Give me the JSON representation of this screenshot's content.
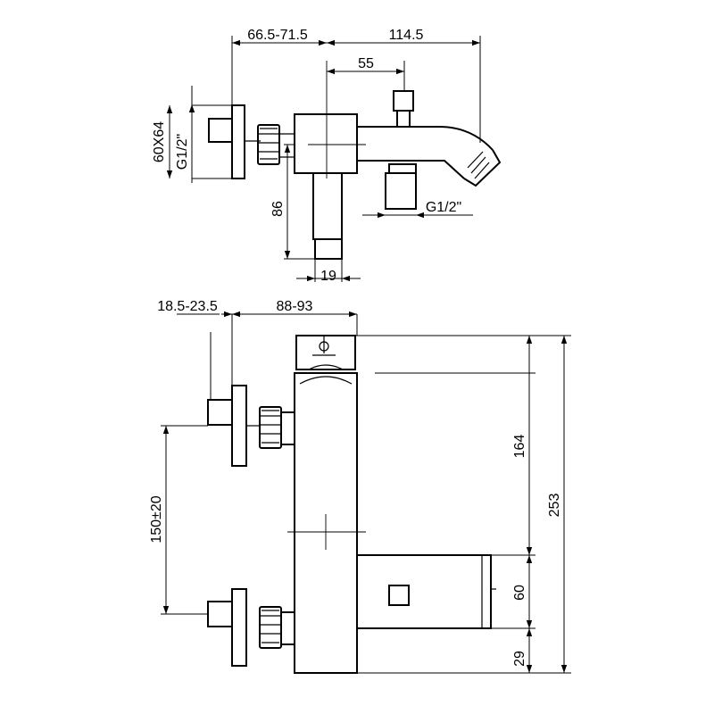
{
  "dimensions": {
    "wall_distance_range": "66.5-71.5",
    "spout_reach": "114.5",
    "outlet_offset": "55",
    "escutcheon_size": "60X64",
    "inlet_thread": "G1/2\"",
    "spout_thread": "G1/2\"",
    "handle_drop": "86",
    "handle_width": "19",
    "eccentric_range": "18.5-23.5",
    "body_projection_range": "88-93",
    "inlet_centres": "150±20",
    "total_height": "253",
    "upper_height": "164",
    "spout_height": "60",
    "spout_base": "29"
  }
}
